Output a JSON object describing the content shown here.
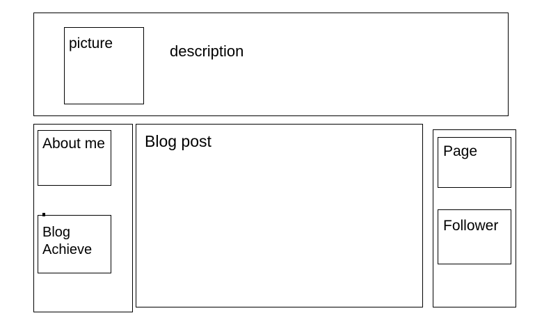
{
  "canvas": {
    "background_color": "#ffffff",
    "stroke_color": "#000000"
  },
  "header": {
    "picture_label": "picture",
    "description_label": "description"
  },
  "left_sidebar": {
    "items": [
      {
        "label": "About me"
      },
      {
        "label": "Blog Achieve"
      }
    ]
  },
  "main": {
    "title": "Blog post"
  },
  "right_sidebar": {
    "items": [
      {
        "label": "Page"
      },
      {
        "label": "Follower"
      }
    ]
  }
}
